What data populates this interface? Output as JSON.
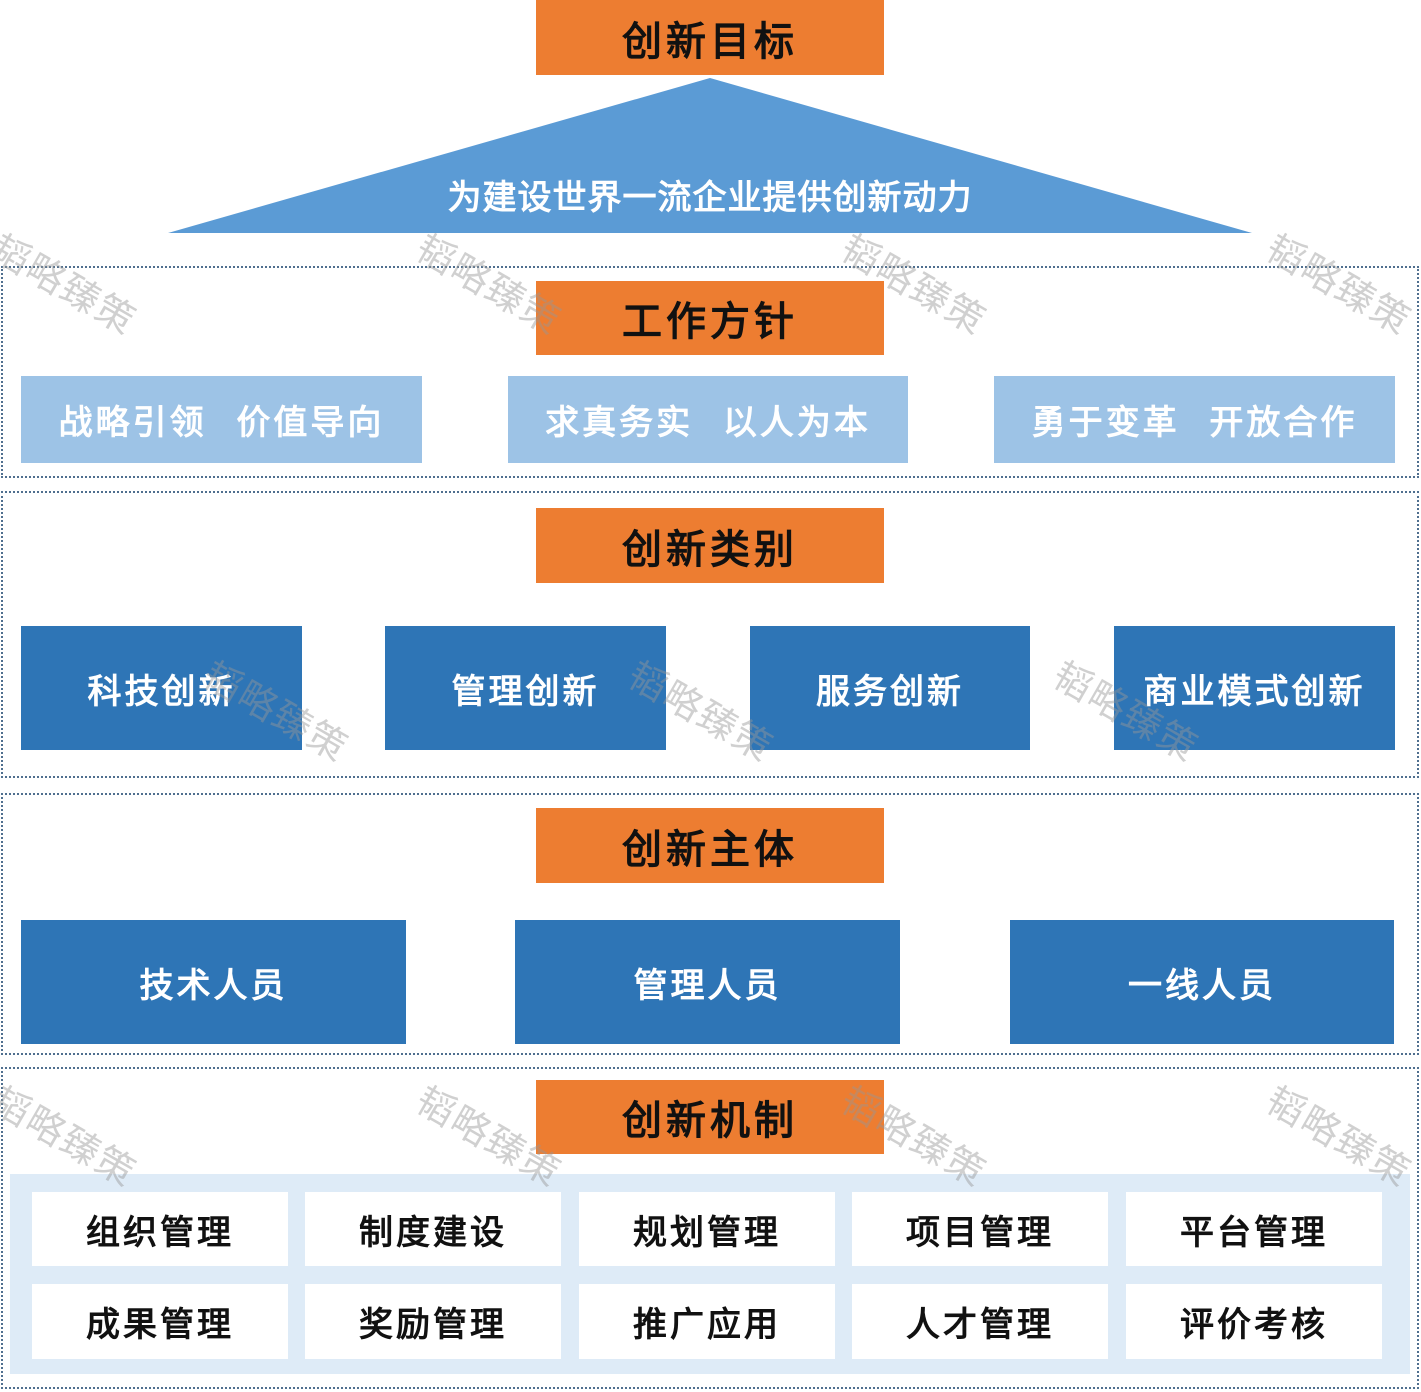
{
  "goal": {
    "title": "创新目标",
    "statement": "为建设世界一流企业提供创新动力"
  },
  "policy": {
    "title": "工作方针",
    "items": [
      "战略引领  价值导向",
      "求真务实  以人为本",
      "勇于变革  开放合作"
    ]
  },
  "category": {
    "title": "创新类别",
    "items": [
      "科技创新",
      "管理创新",
      "服务创新",
      "商业模式创新"
    ]
  },
  "subject": {
    "title": "创新主体",
    "items": [
      "技术人员",
      "管理人员",
      "一线人员"
    ]
  },
  "mechanism": {
    "title": "创新机制",
    "row1": [
      "组织管理",
      "制度建设",
      "规划管理",
      "项目管理",
      "平台管理"
    ],
    "row2": [
      "成果管理",
      "奖励管理",
      "推广应用",
      "人才管理",
      "评价考核"
    ]
  },
  "watermark": "韬略臻策",
  "colors": {
    "title_orange": "#ED7D31",
    "triangle_blue": "#5B9BD5",
    "light_blue": "#9DC3E6",
    "dark_blue": "#2E75B6",
    "pale_blue": "#DEEBF7"
  }
}
